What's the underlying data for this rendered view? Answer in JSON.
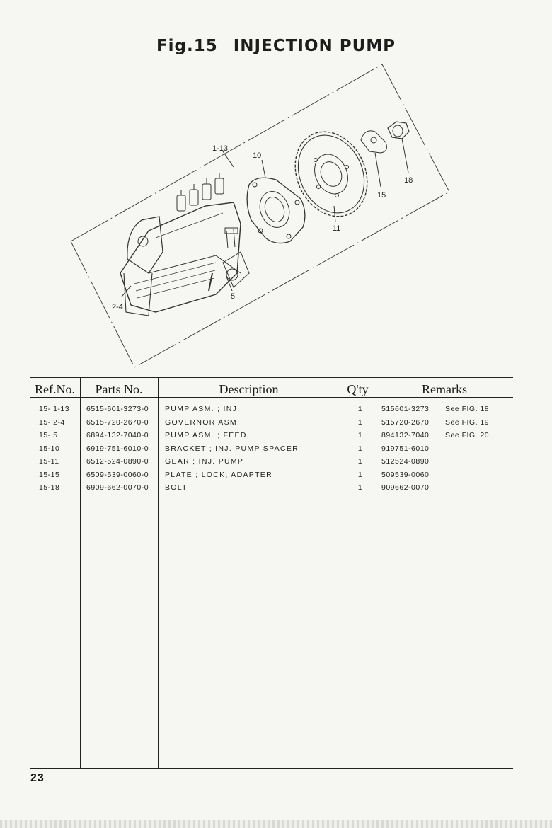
{
  "page": {
    "figure_label": "Fig.15",
    "figure_title": "INJECTION PUMP",
    "page_number": "23"
  },
  "diagram": {
    "callouts": [
      "1-13",
      "10",
      "2-4",
      "5",
      "11",
      "15",
      "18"
    ]
  },
  "table": {
    "headers": {
      "ref_no": "Ref.No.",
      "parts_no": "Parts No.",
      "description": "Description",
      "qty": "Q'ty",
      "remarks": "Remarks"
    },
    "rows": [
      {
        "ref": "15- 1-13",
        "part": "6515-601-3273-0",
        "desc": "PUMP ASM. ; INJ.",
        "qty": "1",
        "remark": "515601-3273",
        "see": "See FIG. 18"
      },
      {
        "ref": "15- 2-4",
        "part": "6515-720-2670-0",
        "desc": "GOVERNOR ASM.",
        "qty": "1",
        "remark": "515720-2670",
        "see": "See FIG. 19"
      },
      {
        "ref": "15- 5",
        "part": "6894-132-7040-0",
        "desc": "PUMP ASM. ; FEED,",
        "qty": "1",
        "remark": "894132-7040",
        "see": "See FIG. 20"
      },
      {
        "ref": "15-10",
        "part": "6919-751-6010-0",
        "desc": "BRACKET ; INJ. PUMP SPACER",
        "qty": "1",
        "remark": "919751-6010",
        "see": ""
      },
      {
        "ref": "15-11",
        "part": "6512-524-0890-0",
        "desc": "GEAR ; INJ. PUMP",
        "qty": "1",
        "remark": "512524-0890",
        "see": ""
      },
      {
        "ref": "15-15",
        "part": "6509-539-0060-0",
        "desc": "PLATE ; LOCK, ADAPTER",
        "qty": "1",
        "remark": "509539-0060",
        "see": ""
      },
      {
        "ref": "15-18",
        "part": "6909-662-0070-0",
        "desc": "BOLT",
        "qty": "1",
        "remark": "909662-0070",
        "see": ""
      }
    ]
  }
}
